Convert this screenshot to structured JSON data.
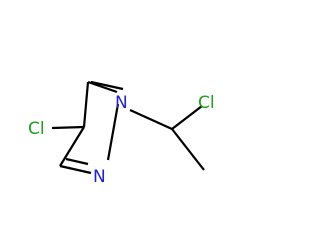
{
  "molecule": {
    "atoms": {
      "cl_ring": "Cl",
      "cl_side": "Cl",
      "n1": "N",
      "n2": "N"
    },
    "colors": {
      "chlorine": "#1fa01f",
      "nitrogen": "#2323c8",
      "bond": "#000000"
    }
  }
}
